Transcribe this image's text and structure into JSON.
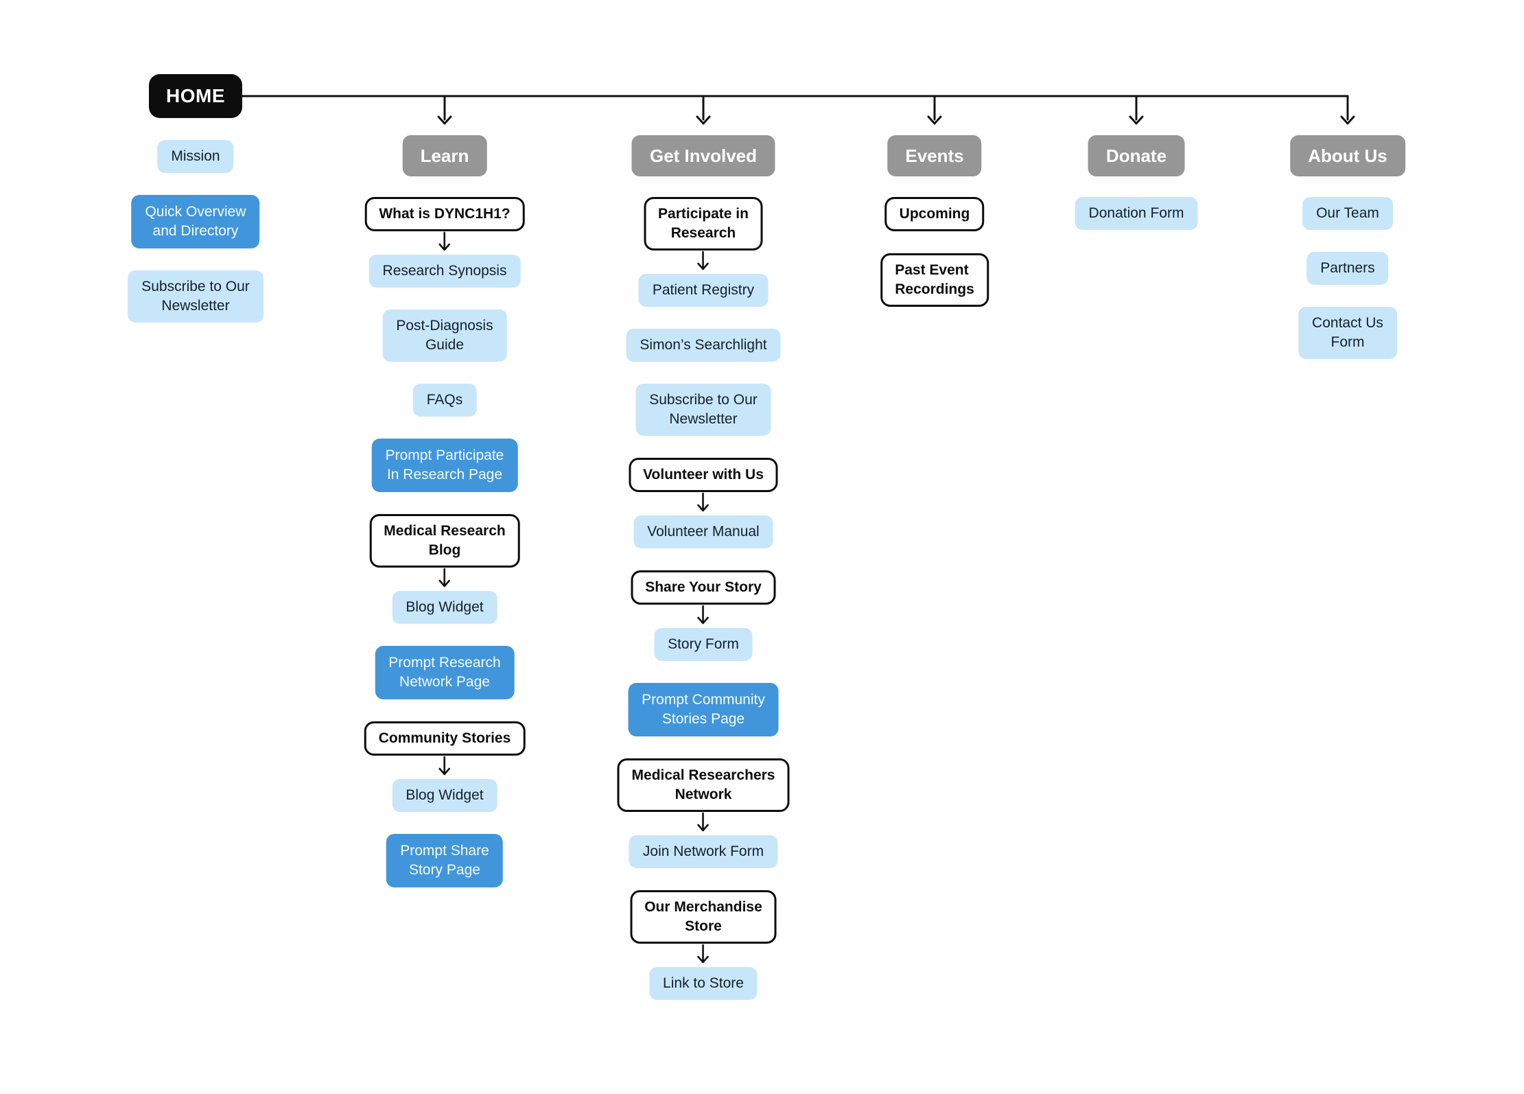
{
  "colors": {
    "light_blue": "#C8E6FA",
    "primary_blue": "#4196DB",
    "header_gray": "#969696",
    "home_black": "#0C0C0C",
    "line_black": "#111111"
  },
  "home": {
    "label": "HOME",
    "children": [
      {
        "label": "Mission",
        "style": "light"
      },
      {
        "label": "Quick Overview\nand Directory",
        "style": "primary"
      },
      {
        "label": "Subscribe to Our\nNewsletter",
        "style": "light"
      }
    ]
  },
  "columns": [
    {
      "header": "Learn",
      "items": [
        {
          "label": "What is DYNC1H1?",
          "style": "outline"
        },
        {
          "label": "Research Synopsis",
          "style": "light"
        },
        {
          "label": "Post-Diagnosis\nGuide",
          "style": "light"
        },
        {
          "label": "FAQs",
          "style": "light"
        },
        {
          "label": "Prompt Participate\nIn Research Page",
          "style": "primary"
        },
        {
          "label": "Medical Research\nBlog",
          "style": "outline"
        },
        {
          "label": "Blog Widget",
          "style": "light"
        },
        {
          "label": "Prompt Research\nNetwork Page",
          "style": "primary"
        },
        {
          "label": "Community Stories",
          "style": "outline"
        },
        {
          "label": "Blog Widget",
          "style": "light"
        },
        {
          "label": "Prompt Share\nStory Page",
          "style": "primary"
        }
      ]
    },
    {
      "header": "Get Involved",
      "items": [
        {
          "label": "Participate in\nResearch",
          "style": "outline"
        },
        {
          "label": "Patient Registry",
          "style": "light"
        },
        {
          "label": "Simon’s Searchlight",
          "style": "light"
        },
        {
          "label": "Subscribe to Our\nNewsletter",
          "style": "light"
        },
        {
          "label": "Volunteer with Us",
          "style": "outline"
        },
        {
          "label": "Volunteer Manual",
          "style": "light"
        },
        {
          "label": "Share Your Story",
          "style": "outline"
        },
        {
          "label": "Story Form",
          "style": "light"
        },
        {
          "label": "Prompt Community\nStories Page",
          "style": "primary"
        },
        {
          "label": "Medical Researchers\nNetwork",
          "style": "outline"
        },
        {
          "label": "Join Network Form",
          "style": "light"
        },
        {
          "label": "Our Merchandise\nStore",
          "style": "outline"
        },
        {
          "label": "Link to Store",
          "style": "light"
        }
      ]
    },
    {
      "header": "Events",
      "items": [
        {
          "label": "Upcoming",
          "style": "outline"
        },
        {
          "label": "Past Event\nRecordings",
          "style": "outline"
        }
      ]
    },
    {
      "header": "Donate",
      "items": [
        {
          "label": "Donation Form",
          "style": "light"
        }
      ]
    },
    {
      "header": "About Us",
      "items": [
        {
          "label": "Our Team",
          "style": "light"
        },
        {
          "label": "Partners",
          "style": "light"
        },
        {
          "label": "Contact Us\nForm",
          "style": "light"
        }
      ]
    }
  ]
}
